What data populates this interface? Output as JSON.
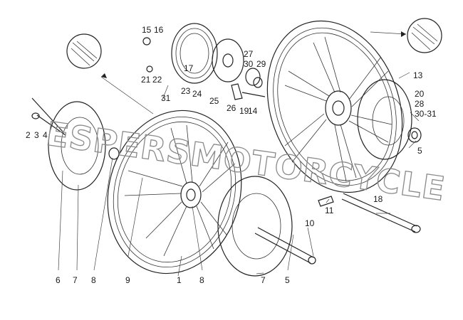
{
  "diagram": {
    "watermark": "ESPERSMOTORCYCLE",
    "labels": {
      "l15": "15",
      "l16": "16",
      "l17": "17",
      "l21": "21",
      "l22": "22",
      "l23": "23",
      "l24": "24",
      "l25": "25",
      "l26": "26",
      "l19": "19",
      "l14": "14",
      "l27": "27",
      "l30a": "30",
      "l29": "29",
      "l31a": "31",
      "l13": "13",
      "l20": "20",
      "l28": "28",
      "l3031": "30-31",
      "l5a": "5",
      "l2": "2",
      "l3": "3",
      "l4": "4",
      "l18": "18",
      "l11": "11",
      "l10": "10",
      "l6": "6",
      "l7a": "7",
      "l8a": "8",
      "l9": "9",
      "l1": "1",
      "l8b": "8",
      "l7b": "7",
      "l5b": "5"
    }
  }
}
